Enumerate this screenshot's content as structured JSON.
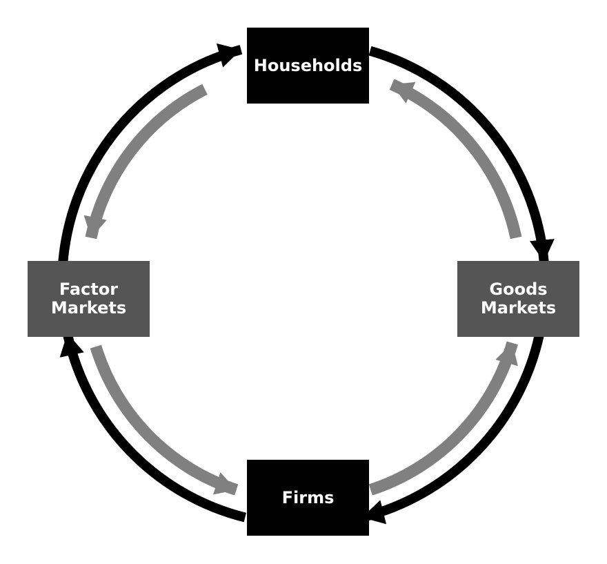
{
  "diagram": {
    "nodes": {
      "households": {
        "label": "Households"
      },
      "firms": {
        "label": "Firms"
      },
      "factor_markets": {
        "label": "Factor\nMarkets"
      },
      "goods_markets": {
        "label": "Goods\nMarkets"
      }
    },
    "colors": {
      "primary_node": "#000000",
      "market_node": "#555555",
      "outer_flow": "#000000",
      "inner_flow": "#808080",
      "background": "#ffffff"
    },
    "flows": [
      {
        "id": "outer-factor-to-households",
        "from": "factor_markets",
        "to": "households",
        "ring": "outer"
      },
      {
        "id": "outer-households-to-goods",
        "from": "households",
        "to": "goods_markets",
        "ring": "outer"
      },
      {
        "id": "outer-goods-to-firms",
        "from": "goods_markets",
        "to": "firms",
        "ring": "outer"
      },
      {
        "id": "outer-firms-to-factor",
        "from": "firms",
        "to": "factor_markets",
        "ring": "outer"
      },
      {
        "id": "inner-households-to-factor",
        "from": "households",
        "to": "factor_markets",
        "ring": "inner"
      },
      {
        "id": "inner-goods-to-households",
        "from": "goods_markets",
        "to": "households",
        "ring": "inner"
      },
      {
        "id": "inner-firms-to-goods",
        "from": "firms",
        "to": "goods_markets",
        "ring": "inner"
      },
      {
        "id": "inner-factor-to-firms",
        "from": "factor_markets",
        "to": "firms",
        "ring": "inner"
      }
    ]
  }
}
